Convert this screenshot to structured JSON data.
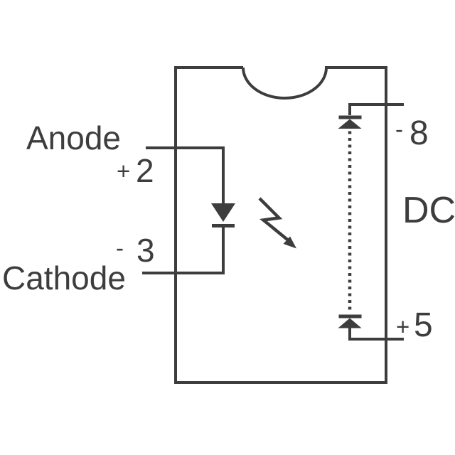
{
  "schematic": {
    "labels": {
      "anode": "Anode",
      "cathode": "Cathode",
      "dc": "DC"
    },
    "pins": {
      "pin2": {
        "sign": "+",
        "number": "2"
      },
      "pin3": {
        "sign": "-",
        "number": "3"
      },
      "pin8": {
        "sign": "-",
        "number": "8"
      },
      "pin5": {
        "sign": "+",
        "number": "5"
      }
    },
    "icons": [
      "led-diode-icon",
      "light-emission-arrow-icon",
      "output-diode-top-icon",
      "output-diode-bottom-icon"
    ],
    "colors": {
      "stroke": "#3d3d3d",
      "background": "#ffffff"
    }
  }
}
